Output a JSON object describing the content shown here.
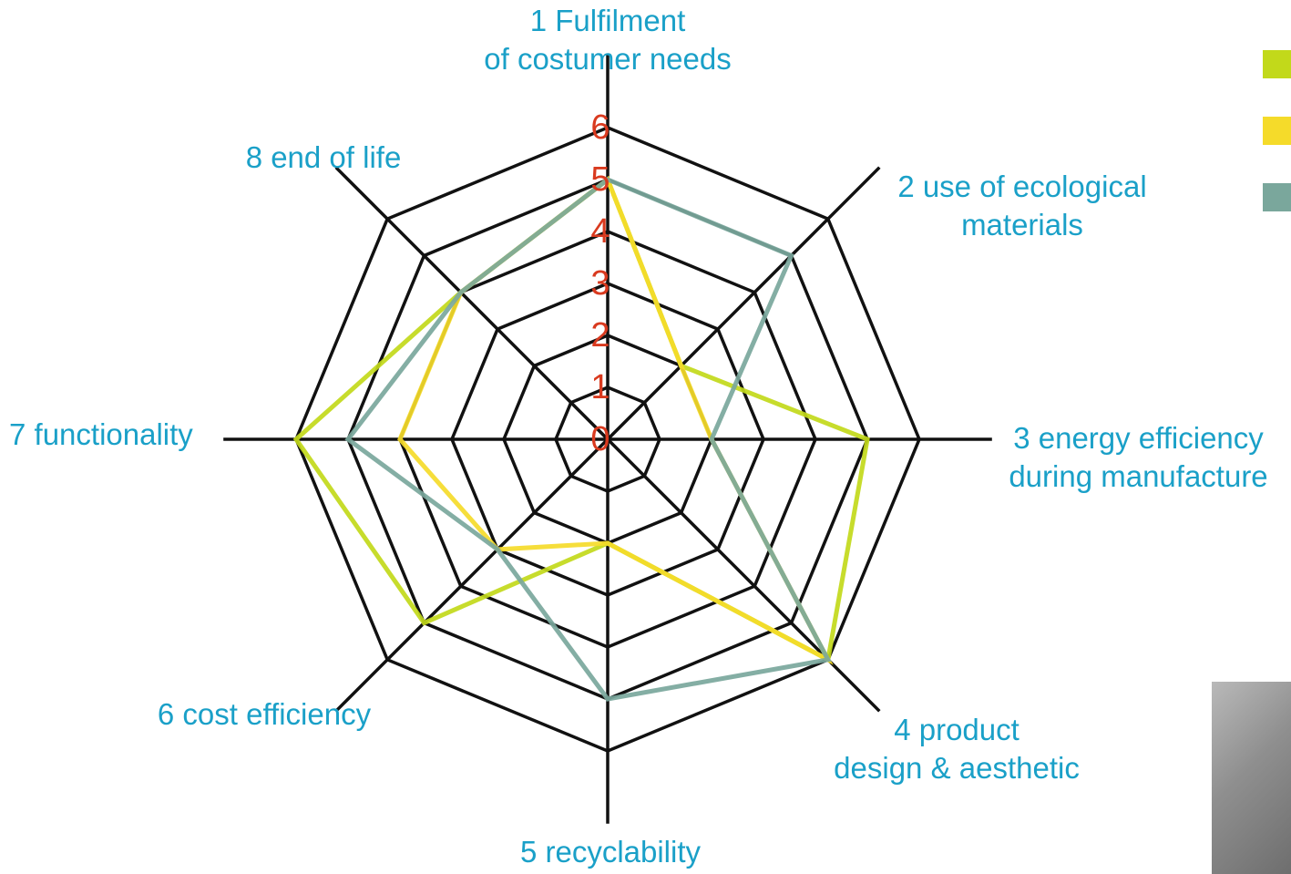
{
  "chart_data": {
    "type": "radar",
    "axes": [
      [
        "1 Fulfilment",
        "of costumer needs"
      ],
      [
        "2 use of ecological",
        "materials"
      ],
      [
        "3 energy efficiency",
        "during manufacture"
      ],
      [
        "4 product",
        "design & aesthetic"
      ],
      [
        "5 recyclability"
      ],
      [
        "6 cost efficiency"
      ],
      [
        "7 functionality"
      ],
      [
        "8 end of life"
      ]
    ],
    "ticks": [
      "0",
      "1",
      "2",
      "3",
      "4",
      "5",
      "6"
    ],
    "rlim": [
      0,
      6
    ],
    "series": [
      {
        "color": "#c2d91a",
        "values": [
          5,
          2,
          5,
          6,
          2,
          5,
          6,
          4
        ]
      },
      {
        "color": "#f5db2a",
        "values": [
          5,
          2,
          2,
          6,
          2,
          3,
          4,
          4
        ]
      },
      {
        "color": "#7aa79c",
        "values": [
          5,
          5,
          2,
          6,
          5,
          3,
          5,
          4
        ]
      }
    ],
    "legend_position": "top-right"
  }
}
